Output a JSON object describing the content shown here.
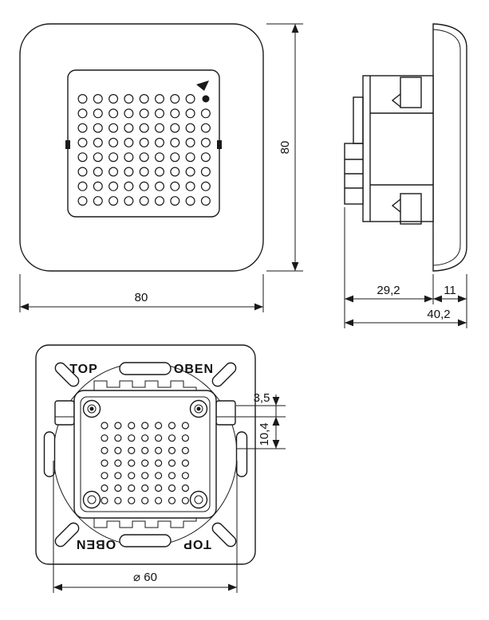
{
  "front_view": {
    "width": "80",
    "height": "80"
  },
  "side_view": {
    "insert_depth": "29,2",
    "front_depth": "11",
    "total_depth": "40,2"
  },
  "rear_view": {
    "orientation_top_left": "TOP",
    "orientation_top_right": "OBEN",
    "orientation_bottom_left": "OBEN",
    "orientation_bottom_right": "TOP",
    "claw_offset": "3,5",
    "claw_travel": "10,4",
    "mounting_diameter": "⌀ 60"
  },
  "colors": {
    "line": "#1a1a1a",
    "background": "#ffffff"
  }
}
